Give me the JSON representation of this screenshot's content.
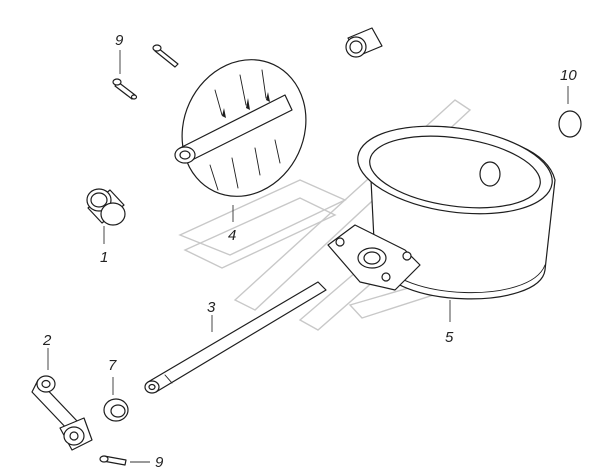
{
  "diagram": {
    "callouts": {
      "part_1": "1",
      "part_2": "2",
      "part_3": "3",
      "part_4": "4",
      "part_5": "5",
      "part_7": "7",
      "part_9_top": "9",
      "part_9_bottom": "9",
      "part_10": "10"
    },
    "colors": {
      "ink": "#1e1e1e",
      "watermark": "#c8c8c8",
      "background": "#ffffff"
    }
  }
}
